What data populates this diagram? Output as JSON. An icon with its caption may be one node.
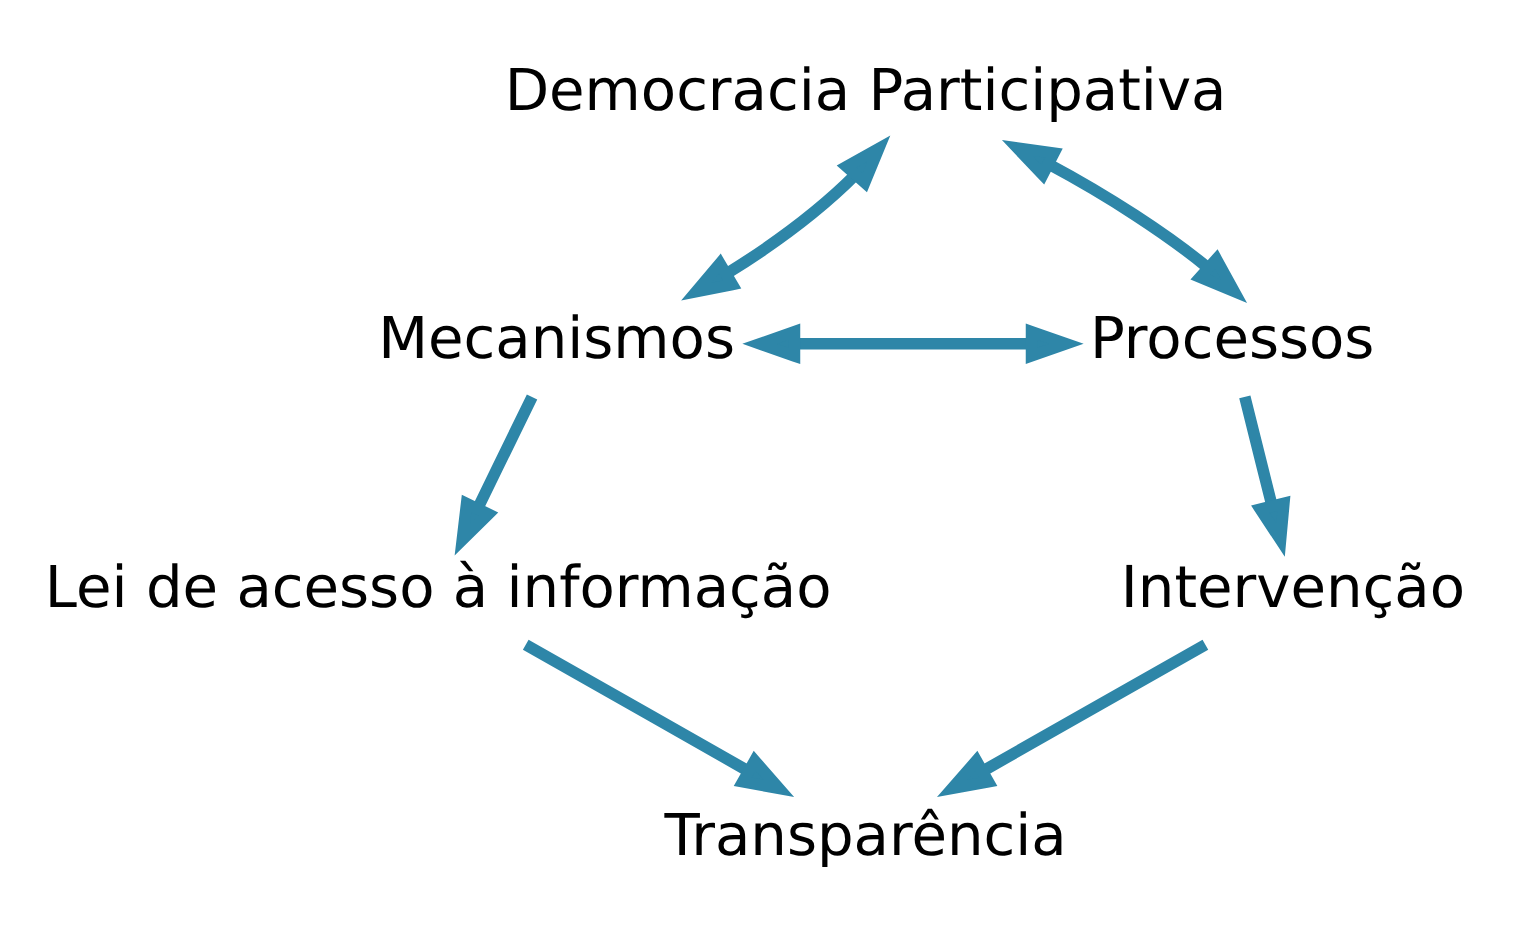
{
  "diagram": {
    "nodes": [
      {
        "text": [
          "Democracia Participativa"
        ]
      },
      {
        "text": [
          "Mecanismos"
        ]
      },
      {
        "text": [
          "Processos"
        ]
      },
      {
        "text": [
          "Lei de acesso à informação"
        ]
      },
      {
        "text": [
          "Intervenção"
        ]
      },
      {
        "text": [
          "Transparência"
        ]
      }
    ],
    "edges": [
      {
        "from": 1,
        "to": 2,
        "arrow": "both"
      },
      {
        "from": 1,
        "to": 0,
        "arrow": "both"
      },
      {
        "from": 2,
        "to": 0,
        "arrow": "both"
      },
      {
        "from": 1,
        "to": 3,
        "arrow": "to"
      },
      {
        "from": 2,
        "to": 4,
        "arrow": "to"
      },
      {
        "from": 3,
        "to": 5,
        "arrow": "to"
      },
      {
        "from": 4,
        "to": 5,
        "arrow": "to"
      }
    ]
  }
}
